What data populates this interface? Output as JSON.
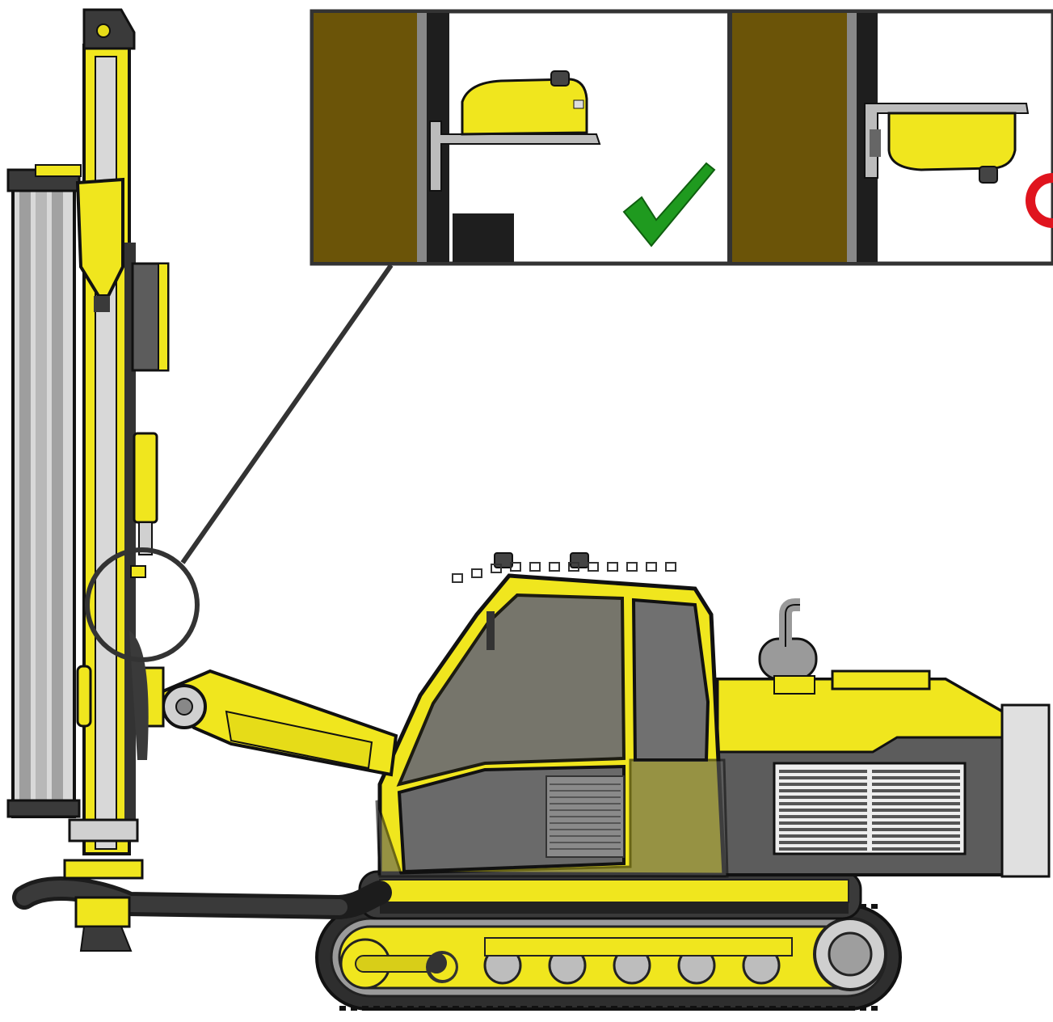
{
  "illustration": {
    "subject": "crawler-drill-rig-side-view",
    "inset": {
      "panels": [
        {
          "id": "correct",
          "symbol": "check-mark-icon",
          "symbol_color": "#1f9a1f"
        },
        {
          "id": "incorrect",
          "symbol": "prohibited-icon",
          "symbol_color": "#e0141e"
        }
      ]
    },
    "colors": {
      "machine_yellow": "#f0e61e",
      "machine_dark": "#5a5a5a",
      "outline": "#1a1a1a",
      "mast_bronze": "#6b5408",
      "track": "#3a3a3a",
      "glass": "#6e6e6e",
      "steel": "#c8c8c8"
    }
  }
}
